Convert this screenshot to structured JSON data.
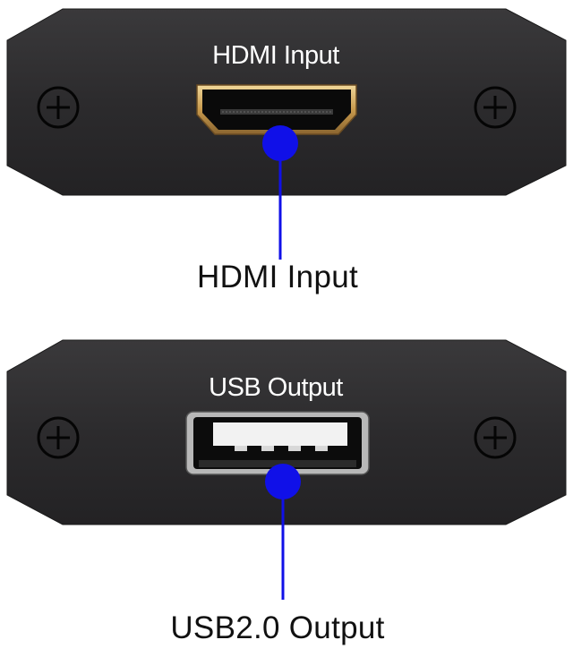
{
  "top_panel": {
    "label": "HDMI Input",
    "port": "hdmi-port"
  },
  "top_callout": {
    "label": "HDMI Input"
  },
  "bottom_panel": {
    "label": "USB Output",
    "port": "usb-a-port"
  },
  "bottom_callout": {
    "label": "USB2.0 Output"
  },
  "colors": {
    "panel": "#2b2a2c",
    "marker": "#1010e8",
    "hdmi_gold": "#d9b36a",
    "text_dark": "#111111"
  }
}
